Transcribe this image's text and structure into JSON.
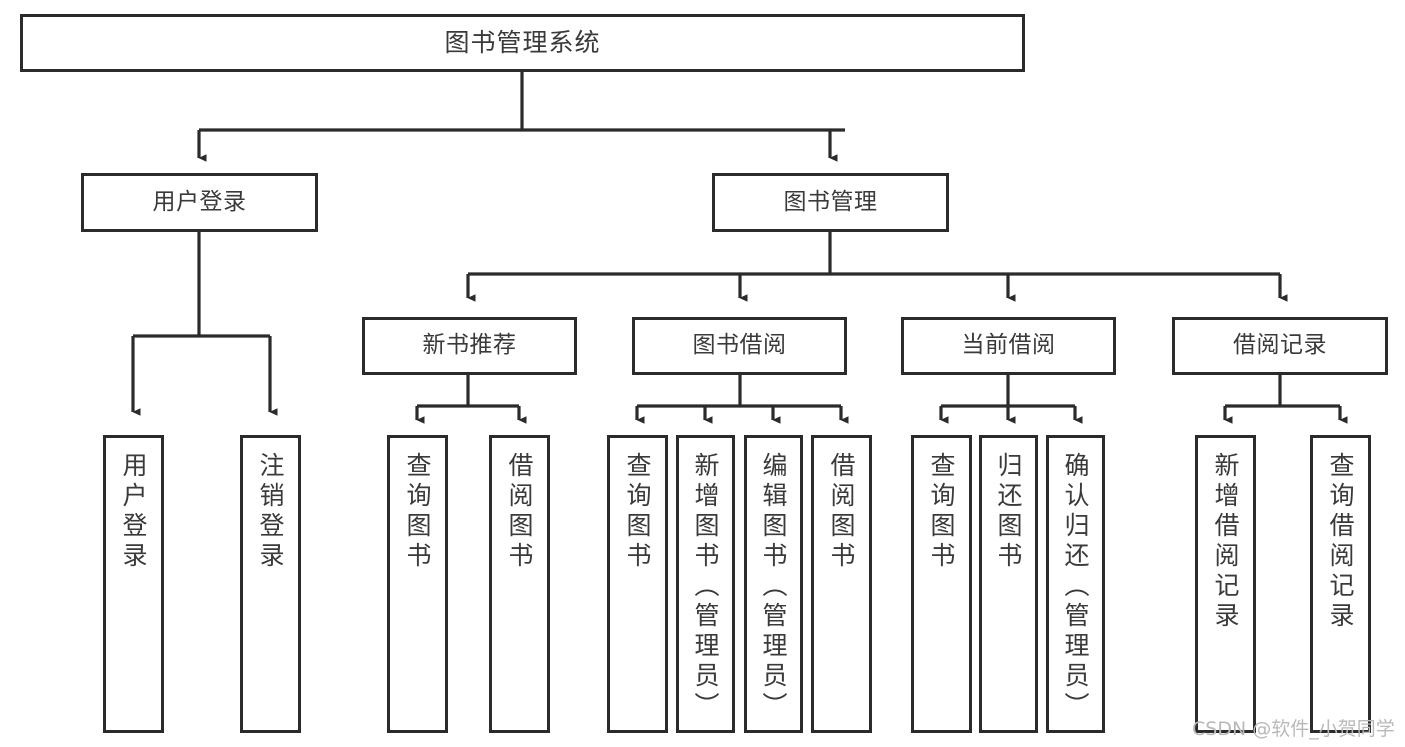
{
  "diagram": {
    "title": "图书管理系统",
    "watermark": "CSDN @软件_小贺同学",
    "line_color": "#2b2b2b",
    "text_color": "#3a3a3a",
    "background": "#ffffff",
    "root": {
      "label": "图书管理系统"
    },
    "level2": [
      {
        "label": "用户登录"
      },
      {
        "label": "图书管理"
      }
    ],
    "level3": [
      {
        "label": "新书推荐"
      },
      {
        "label": "图书借阅"
      },
      {
        "label": "当前借阅"
      },
      {
        "label": "借阅记录"
      }
    ],
    "leaves": {
      "user_login": [
        {
          "label": "用户登录"
        },
        {
          "label": "注销登录"
        }
      ],
      "new_book_recommend": [
        {
          "label": "查询图书"
        },
        {
          "label": "借阅图书"
        }
      ],
      "book_borrow": [
        {
          "label": "查询图书"
        },
        {
          "label": "新增图书（管理员）"
        },
        {
          "label": "编辑图书（管理员）"
        },
        {
          "label": "借阅图书"
        }
      ],
      "current_borrow": [
        {
          "label": "查询图书"
        },
        {
          "label": "归还图书"
        },
        {
          "label": "确认归还（管理员）"
        }
      ],
      "borrow_record": [
        {
          "label": "新增借阅记录"
        },
        {
          "label": "查询借阅记录"
        }
      ]
    }
  }
}
